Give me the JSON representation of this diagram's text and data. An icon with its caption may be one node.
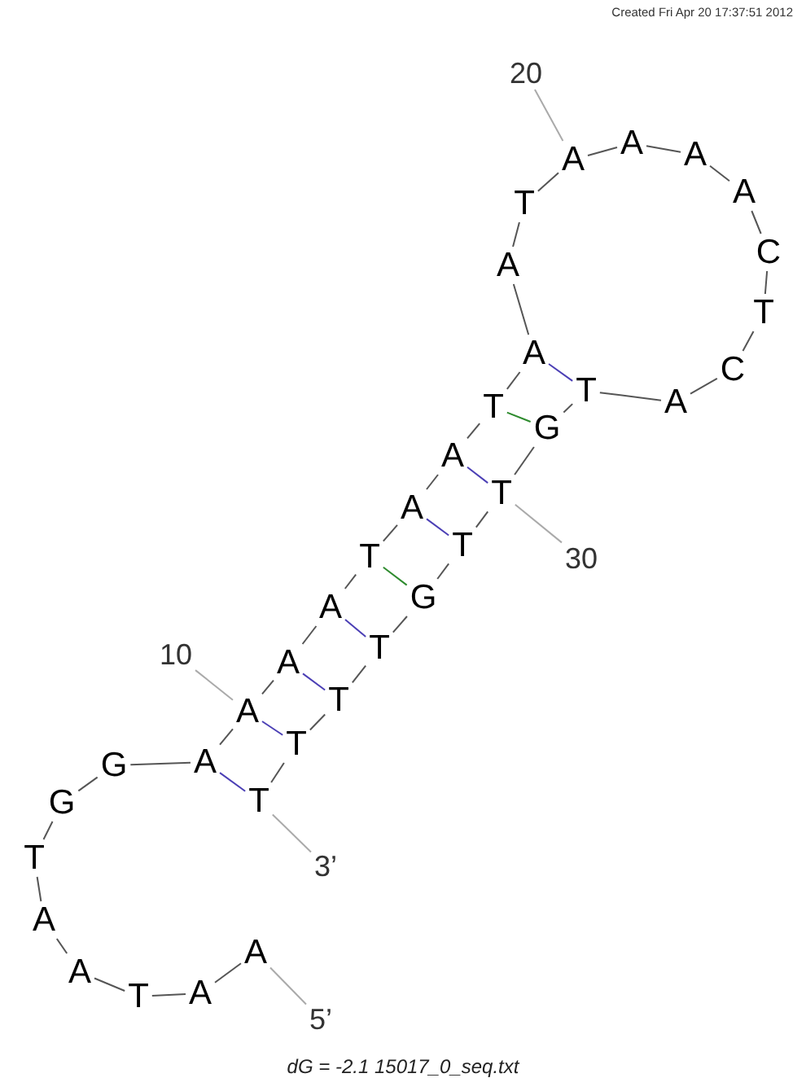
{
  "diagram": {
    "caption": "dG = -2.1 15017_0_seq.txt",
    "nodes": [
      {
        "text": [
          "A"
        ]
      },
      {
        "text": [
          "A"
        ]
      },
      {
        "text": [
          "T"
        ]
      },
      {
        "text": [
          "A"
        ]
      },
      {
        "text": [
          "A"
        ]
      },
      {
        "text": [
          "T"
        ]
      },
      {
        "text": [
          "G"
        ]
      },
      {
        "text": [
          "G"
        ]
      },
      {
        "text": [
          "A"
        ]
      },
      {
        "text": [
          "A"
        ]
      },
      {
        "text": [
          "A"
        ]
      },
      {
        "text": [
          "A"
        ]
      },
      {
        "text": [
          "T"
        ]
      },
      {
        "text": [
          "A"
        ]
      },
      {
        "text": [
          "A"
        ]
      },
      {
        "text": [
          "T"
        ]
      },
      {
        "text": [
          "A"
        ]
      },
      {
        "text": [
          "A"
        ]
      },
      {
        "text": [
          "T"
        ]
      },
      {
        "text": [
          "A"
        ]
      },
      {
        "text": [
          "A"
        ]
      },
      {
        "text": [
          "A"
        ]
      },
      {
        "text": [
          "A"
        ]
      },
      {
        "text": [
          "C"
        ]
      },
      {
        "text": [
          "T"
        ]
      },
      {
        "text": [
          "C"
        ]
      },
      {
        "text": [
          "A"
        ]
      },
      {
        "text": [
          "T"
        ]
      },
      {
        "text": [
          "G"
        ]
      },
      {
        "text": [
          "T"
        ]
      },
      {
        "text": [
          "T"
        ]
      },
      {
        "text": [
          "G"
        ]
      },
      {
        "text": [
          "T"
        ]
      },
      {
        "text": [
          "T"
        ]
      },
      {
        "text": [
          "T"
        ]
      },
      {
        "text": [
          "T"
        ]
      },
      {
        "text": [
          "20"
        ]
      },
      {
        "text": [
          "10"
        ]
      },
      {
        "text": [
          "30"
        ]
      },
      {
        "text": [
          "3’"
        ]
      },
      {
        "text": [
          "5’"
        ]
      }
    ],
    "edges": [
      {
        "from": 0,
        "to": 1,
        "arrow": "none"
      },
      {
        "from": 1,
        "to": 2,
        "arrow": "none"
      },
      {
        "from": 2,
        "to": 3,
        "arrow": "none"
      },
      {
        "from": 3,
        "to": 4,
        "arrow": "none"
      },
      {
        "from": 4,
        "to": 5,
        "arrow": "none"
      },
      {
        "from": 5,
        "to": 6,
        "arrow": "none"
      },
      {
        "from": 6,
        "to": 7,
        "arrow": "none"
      },
      {
        "from": 7,
        "to": 8,
        "arrow": "none"
      },
      {
        "from": 8,
        "to": 9,
        "arrow": "none"
      },
      {
        "from": 9,
        "to": 10,
        "arrow": "none"
      },
      {
        "from": 10,
        "to": 11,
        "arrow": "none"
      },
      {
        "from": 11,
        "to": 12,
        "arrow": "none"
      },
      {
        "from": 12,
        "to": 13,
        "arrow": "none"
      },
      {
        "from": 13,
        "to": 14,
        "arrow": "none"
      },
      {
        "from": 14,
        "to": 15,
        "arrow": "none"
      },
      {
        "from": 15,
        "to": 16,
        "arrow": "none"
      },
      {
        "from": 16,
        "to": 17,
        "arrow": "none"
      },
      {
        "from": 17,
        "to": 18,
        "arrow": "none"
      },
      {
        "from": 18,
        "to": 19,
        "arrow": "none"
      },
      {
        "from": 19,
        "to": 20,
        "arrow": "none"
      },
      {
        "from": 20,
        "to": 21,
        "arrow": "none"
      },
      {
        "from": 21,
        "to": 22,
        "arrow": "none"
      },
      {
        "from": 22,
        "to": 23,
        "arrow": "none"
      },
      {
        "from": 23,
        "to": 24,
        "arrow": "none"
      },
      {
        "from": 24,
        "to": 25,
        "arrow": "none"
      },
      {
        "from": 25,
        "to": 26,
        "arrow": "none"
      },
      {
        "from": 26,
        "to": 27,
        "arrow": "none"
      },
      {
        "from": 27,
        "to": 28,
        "arrow": "none"
      },
      {
        "from": 28,
        "to": 29,
        "arrow": "none"
      },
      {
        "from": 29,
        "to": 30,
        "arrow": "none"
      },
      {
        "from": 30,
        "to": 31,
        "arrow": "none"
      },
      {
        "from": 31,
        "to": 32,
        "arrow": "none"
      },
      {
        "from": 32,
        "to": 33,
        "arrow": "none"
      },
      {
        "from": 33,
        "to": 34,
        "arrow": "none"
      },
      {
        "from": 34,
        "to": 35,
        "arrow": "none"
      },
      {
        "from": 8,
        "to": 35,
        "arrow": "none",
        "color": "#4b3fb5"
      },
      {
        "from": 9,
        "to": 34,
        "arrow": "none",
        "color": "#4b3fb5"
      },
      {
        "from": 10,
        "to": 33,
        "arrow": "none",
        "color": "#4b3fb5"
      },
      {
        "from": 11,
        "to": 32,
        "arrow": "none",
        "color": "#4b3fb5"
      },
      {
        "from": 12,
        "to": 31,
        "arrow": "none",
        "color": "#2e8b2e"
      },
      {
        "from": 13,
        "to": 30,
        "arrow": "none",
        "color": "#4b3fb5"
      },
      {
        "from": 14,
        "to": 29,
        "arrow": "none",
        "color": "#4b3fb5"
      },
      {
        "from": 15,
        "to": 28,
        "arrow": "none",
        "color": "#2e8b2e"
      },
      {
        "from": 16,
        "to": 27,
        "arrow": "none",
        "color": "#4b3fb5"
      },
      {
        "from": 36,
        "to": 19,
        "arrow": "none",
        "color": "#aaaaaa"
      },
      {
        "from": 37,
        "to": 9,
        "arrow": "none",
        "color": "#aaaaaa"
      },
      {
        "from": 38,
        "to": 29,
        "arrow": "none",
        "color": "#aaaaaa"
      },
      {
        "from": 39,
        "to": 35,
        "arrow": "none",
        "color": "#aaaaaa"
      },
      {
        "from": 40,
        "to": 0,
        "arrow": "none",
        "color": "#aaaaaa"
      }
    ],
    "labels": [
      "Created Fri Apr 20 17:37:51 2012"
    ]
  }
}
